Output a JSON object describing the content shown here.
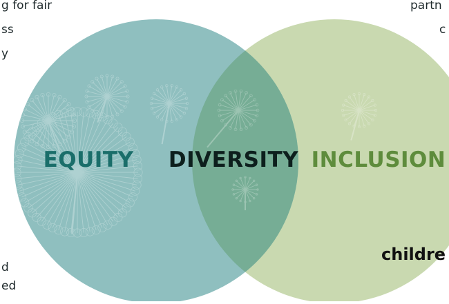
{
  "colors": {
    "left_circle": "#8fbfbf",
    "right_circle": "#c9d9b0",
    "overlap": "#76ad95",
    "equity_text": "#1a6e6a",
    "diversity_text": "#0d1f1d",
    "inclusion_text": "#5e8c3c",
    "dandelion": "#ffffff"
  },
  "diagram": {
    "labels": {
      "equity": "EQUITY",
      "diversity": "DIVERSITY",
      "inclusion": "INCLUSION"
    }
  },
  "fragments": {
    "top_left_1": "g for fair",
    "top_left_2": "ss",
    "top_left_3": "y",
    "top_right_1": "partn",
    "top_right_2": "c",
    "bottom_left_1": "d",
    "bottom_left_2": "ed",
    "bottom_right": "childre"
  }
}
